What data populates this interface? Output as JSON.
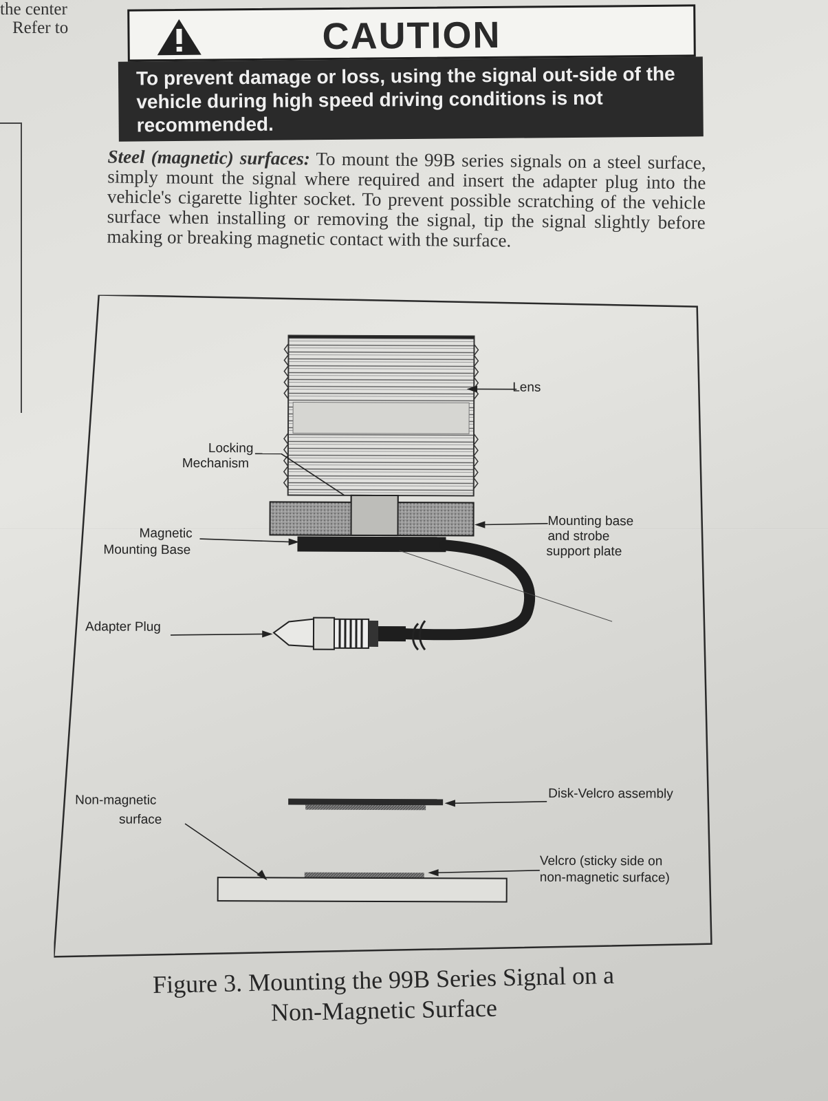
{
  "previous_column": {
    "line1": "the center",
    "line2": "Refer to"
  },
  "caution": {
    "title": "CAUTION",
    "icon": "warning-triangle-icon",
    "text": "To prevent damage or loss, using the signal out-side of the vehicle during high speed driving conditions is not recommended."
  },
  "paragraph": {
    "lead": "Steel (magnetic) surfaces:",
    "text": "To mount the 99B series signals on a steel surface, simply mount the signal where required and insert the adapter plug into the vehicle's cigarette lighter socket. To prevent possible scratching of the vehicle surface when installing or removing the signal, tip the signal slightly before making or breaking magnetic contact with the surface."
  },
  "figure": {
    "labels": {
      "lens": "Lens",
      "locking_1": "Locking",
      "locking_2": "Mechanism",
      "mounting_base_1": "Mounting base",
      "mounting_base_2": "and strobe",
      "mounting_base_3": "support plate",
      "magnetic_1": "Magnetic",
      "magnetic_2": "Mounting Base",
      "adapter_plug": "Adapter Plug",
      "nonmagnetic_1": "Non-magnetic",
      "nonmagnetic_2": "surface",
      "disk_velcro": "Disk-Velcro assembly",
      "velcro_1": "Velcro (sticky side on",
      "velcro_2": "non-magnetic surface)"
    },
    "caption_line1": "Figure 3.  Mounting the 99B Series Signal on a",
    "caption_line2": "Non-Magnetic Surface"
  }
}
